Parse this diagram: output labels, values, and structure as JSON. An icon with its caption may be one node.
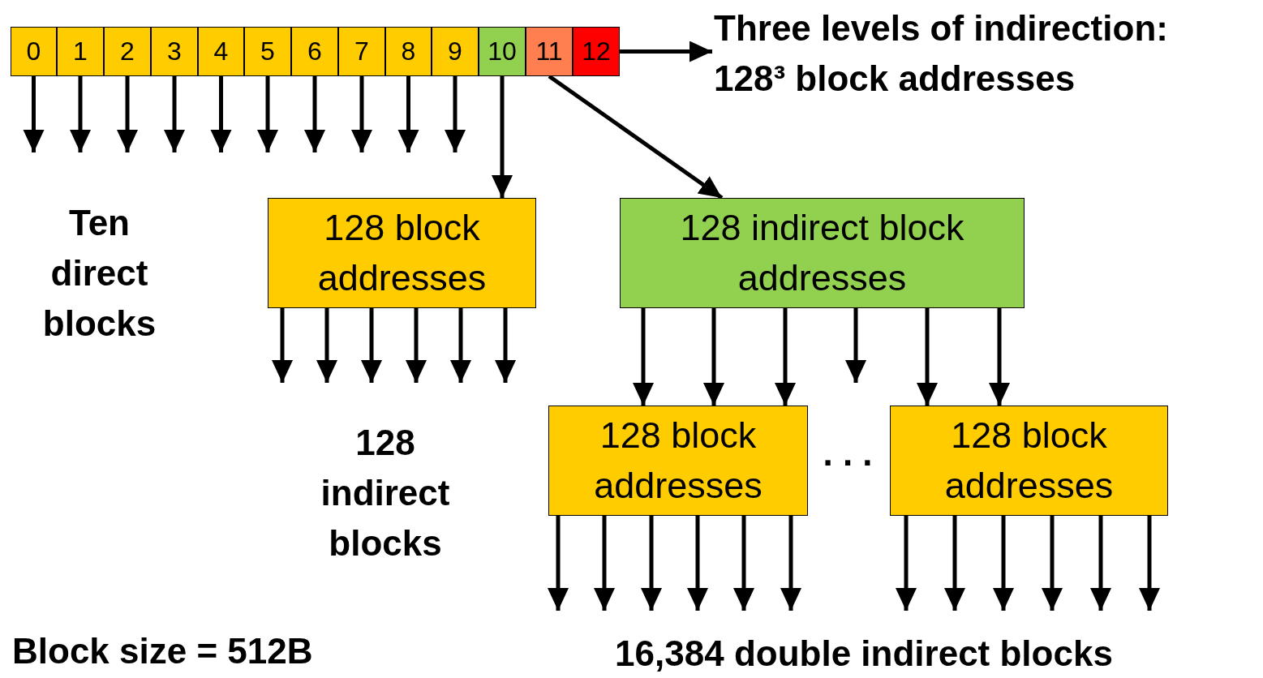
{
  "diagram": {
    "nodes": [
      {
        "text": [
          "0"
        ]
      },
      {
        "text": [
          "1"
        ]
      },
      {
        "text": [
          "2"
        ]
      },
      {
        "text": [
          "3"
        ]
      },
      {
        "text": [
          "4"
        ]
      },
      {
        "text": [
          "5"
        ]
      },
      {
        "text": [
          "6"
        ]
      },
      {
        "text": [
          "7"
        ]
      },
      {
        "text": [
          "8"
        ]
      },
      {
        "text": [
          "9"
        ]
      },
      {
        "text": [
          "10"
        ]
      },
      {
        "text": [
          "11"
        ]
      },
      {
        "text": [
          "12"
        ]
      },
      {
        "text": [
          "128 block addresses"
        ]
      },
      {
        "text": [
          "128 indirect block addresses"
        ]
      },
      {
        "text": [
          "128 block addresses"
        ]
      },
      {
        "text": [
          "128 block addresses"
        ]
      },
      {
        "text": [
          "Three levels of indirection: 128³ block addresses"
        ]
      }
    ],
    "edges": [
      {
        "from": 0,
        "to": null,
        "arrow": "to"
      },
      {
        "from": 1,
        "to": null,
        "arrow": "to"
      },
      {
        "from": 2,
        "to": null,
        "arrow": "to"
      },
      {
        "from": 3,
        "to": null,
        "arrow": "to"
      },
      {
        "from": 4,
        "to": null,
        "arrow": "to"
      },
      {
        "from": 5,
        "to": null,
        "arrow": "to"
      },
      {
        "from": 6,
        "to": null,
        "arrow": "to"
      },
      {
        "from": 7,
        "to": null,
        "arrow": "to"
      },
      {
        "from": 8,
        "to": null,
        "arrow": "to"
      },
      {
        "from": 9,
        "to": null,
        "arrow": "to"
      },
      {
        "from": 10,
        "to": 13,
        "arrow": "to"
      },
      {
        "from": 11,
        "to": 14,
        "arrow": "to"
      },
      {
        "from": 12,
        "to": 17,
        "arrow": "to"
      },
      {
        "from": 13,
        "to": null,
        "arrow": "to"
      },
      {
        "from": 13,
        "to": null,
        "arrow": "to"
      },
      {
        "from": 13,
        "to": null,
        "arrow": "to"
      },
      {
        "from": 13,
        "to": null,
        "arrow": "to"
      },
      {
        "from": 13,
        "to": null,
        "arrow": "to"
      },
      {
        "from": 13,
        "to": null,
        "arrow": "to"
      },
      {
        "from": 14,
        "to": 15,
        "arrow": "to"
      },
      {
        "from": 14,
        "to": 15,
        "arrow": "to"
      },
      {
        "from": 14,
        "to": 15,
        "arrow": "to"
      },
      {
        "from": 14,
        "to": null,
        "arrow": "to"
      },
      {
        "from": 14,
        "to": 16,
        "arrow": "to"
      },
      {
        "from": 14,
        "to": 16,
        "arrow": "to"
      },
      {
        "from": 15,
        "to": null,
        "arrow": "to"
      },
      {
        "from": 15,
        "to": null,
        "arrow": "to"
      },
      {
        "from": 15,
        "to": null,
        "arrow": "to"
      },
      {
        "from": 15,
        "to": null,
        "arrow": "to"
      },
      {
        "from": 15,
        "to": null,
        "arrow": "to"
      },
      {
        "from": 15,
        "to": null,
        "arrow": "to"
      },
      {
        "from": 16,
        "to": null,
        "arrow": "to"
      },
      {
        "from": 16,
        "to": null,
        "arrow": "to"
      },
      {
        "from": 16,
        "to": null,
        "arrow": "to"
      },
      {
        "from": 16,
        "to": null,
        "arrow": "to"
      },
      {
        "from": 16,
        "to": null,
        "arrow": "to"
      },
      {
        "from": 16,
        "to": null,
        "arrow": "to"
      }
    ],
    "labels": [
      "Ten direct blocks",
      "128 indirect blocks",
      ". . .",
      "16,384 double indirect blocks",
      "Block size = 512B"
    ]
  }
}
